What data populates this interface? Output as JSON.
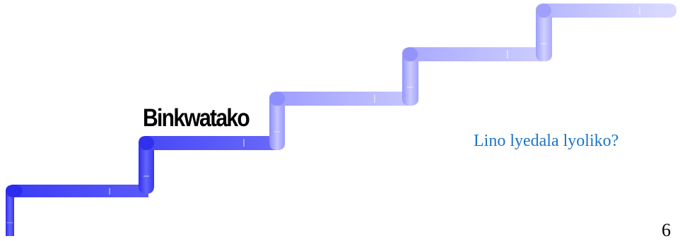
{
  "diagram": {
    "step_label": "Binkwatako",
    "question": "Lino lyedala lyoliko?",
    "page_number": "6",
    "colors": {
      "ribbon_dark": "#3f3ff7",
      "ribbon_mid": "#8a8aff",
      "ribbon_light": "#d6d6ff",
      "question_text": "#1b75c9",
      "step_text": "#000000"
    },
    "step_count": 5,
    "highlighted_step": 2
  }
}
